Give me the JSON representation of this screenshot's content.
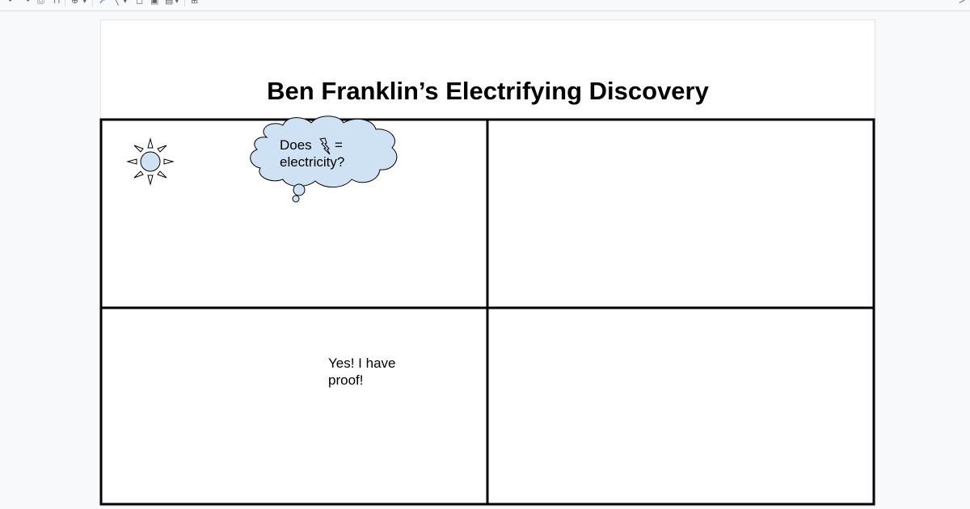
{
  "document": {
    "title": "Ben Franklin’s Electrifying Discovery"
  },
  "panel1": {
    "thought_word_1": "Does",
    "thought_equals": "=",
    "thought_word_2": "electricity?"
  },
  "panel3": {
    "speech_line_1": "Yes! I have",
    "speech_line_2": "proof!"
  },
  "colors": {
    "shape_fill": "#cfe2f3",
    "outline": "#000000",
    "page_bg": "#ffffff"
  }
}
